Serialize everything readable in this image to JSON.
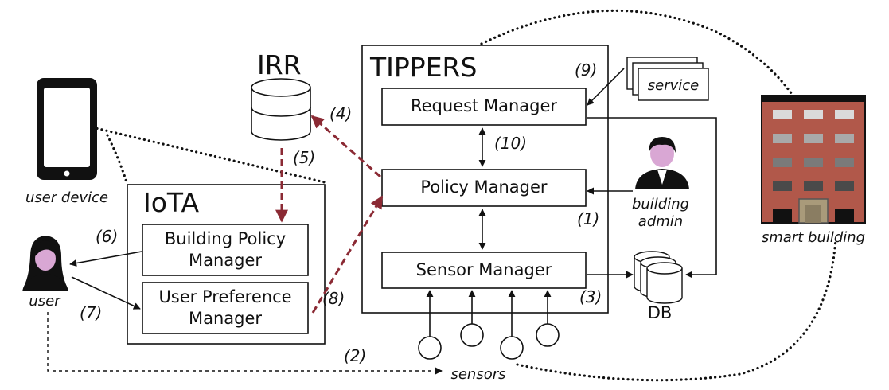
{
  "tippers": {
    "title": "TIPPERS",
    "request_manager": "Request Manager",
    "policy_manager": "Policy Manager",
    "sensor_manager": "Sensor Manager"
  },
  "irr": {
    "title": "IRR"
  },
  "iota": {
    "title": "IoTA",
    "building_policy_manager": [
      "Building Policy",
      "Manager"
    ],
    "user_preference_manager": [
      "User Preference",
      "Manager"
    ]
  },
  "labels": {
    "user_device": "user device",
    "user": "user",
    "service": "service",
    "building_admin": [
      "building",
      "admin"
    ],
    "db": "DB",
    "smart_building": "smart building",
    "sensors": "sensors"
  },
  "steps": {
    "s1": "(1)",
    "s2": "(2)",
    "s3": "(3)",
    "s4": "(4)",
    "s5": "(5)",
    "s6": "(6)",
    "s7": "(7)",
    "s8": "(8)",
    "s9": "(9)",
    "s10": "(10)"
  },
  "colors": {
    "iota_to_tippers_arrow": "#8b2a34",
    "building_brick": "#b1584a",
    "person_face": "#d9a7d4"
  }
}
